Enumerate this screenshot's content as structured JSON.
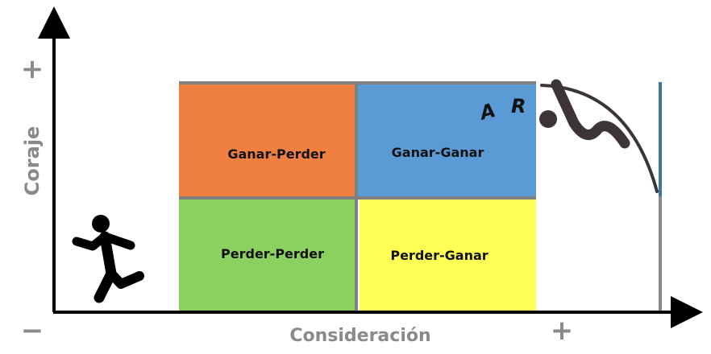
{
  "axes": {
    "y_label": "Coraje",
    "x_label": "Consideración",
    "y_plus": "+",
    "origin_minus": "−",
    "x_plus": "+"
  },
  "quadrants": [
    {
      "label": "Ganar-Perder",
      "color": "#f07f42"
    },
    {
      "label": "Ganar-Ganar",
      "color": "#5b9bd5"
    },
    {
      "label": "Perder-Perder",
      "color": "#8bd160"
    },
    {
      "label": "Perder-Ganar",
      "color": "#ffff55"
    }
  ],
  "annotation": {
    "letters": [
      "A",
      "R"
    ]
  },
  "icons": {
    "left": "running-person-icon",
    "right": "pole-vaulter-icon"
  }
}
